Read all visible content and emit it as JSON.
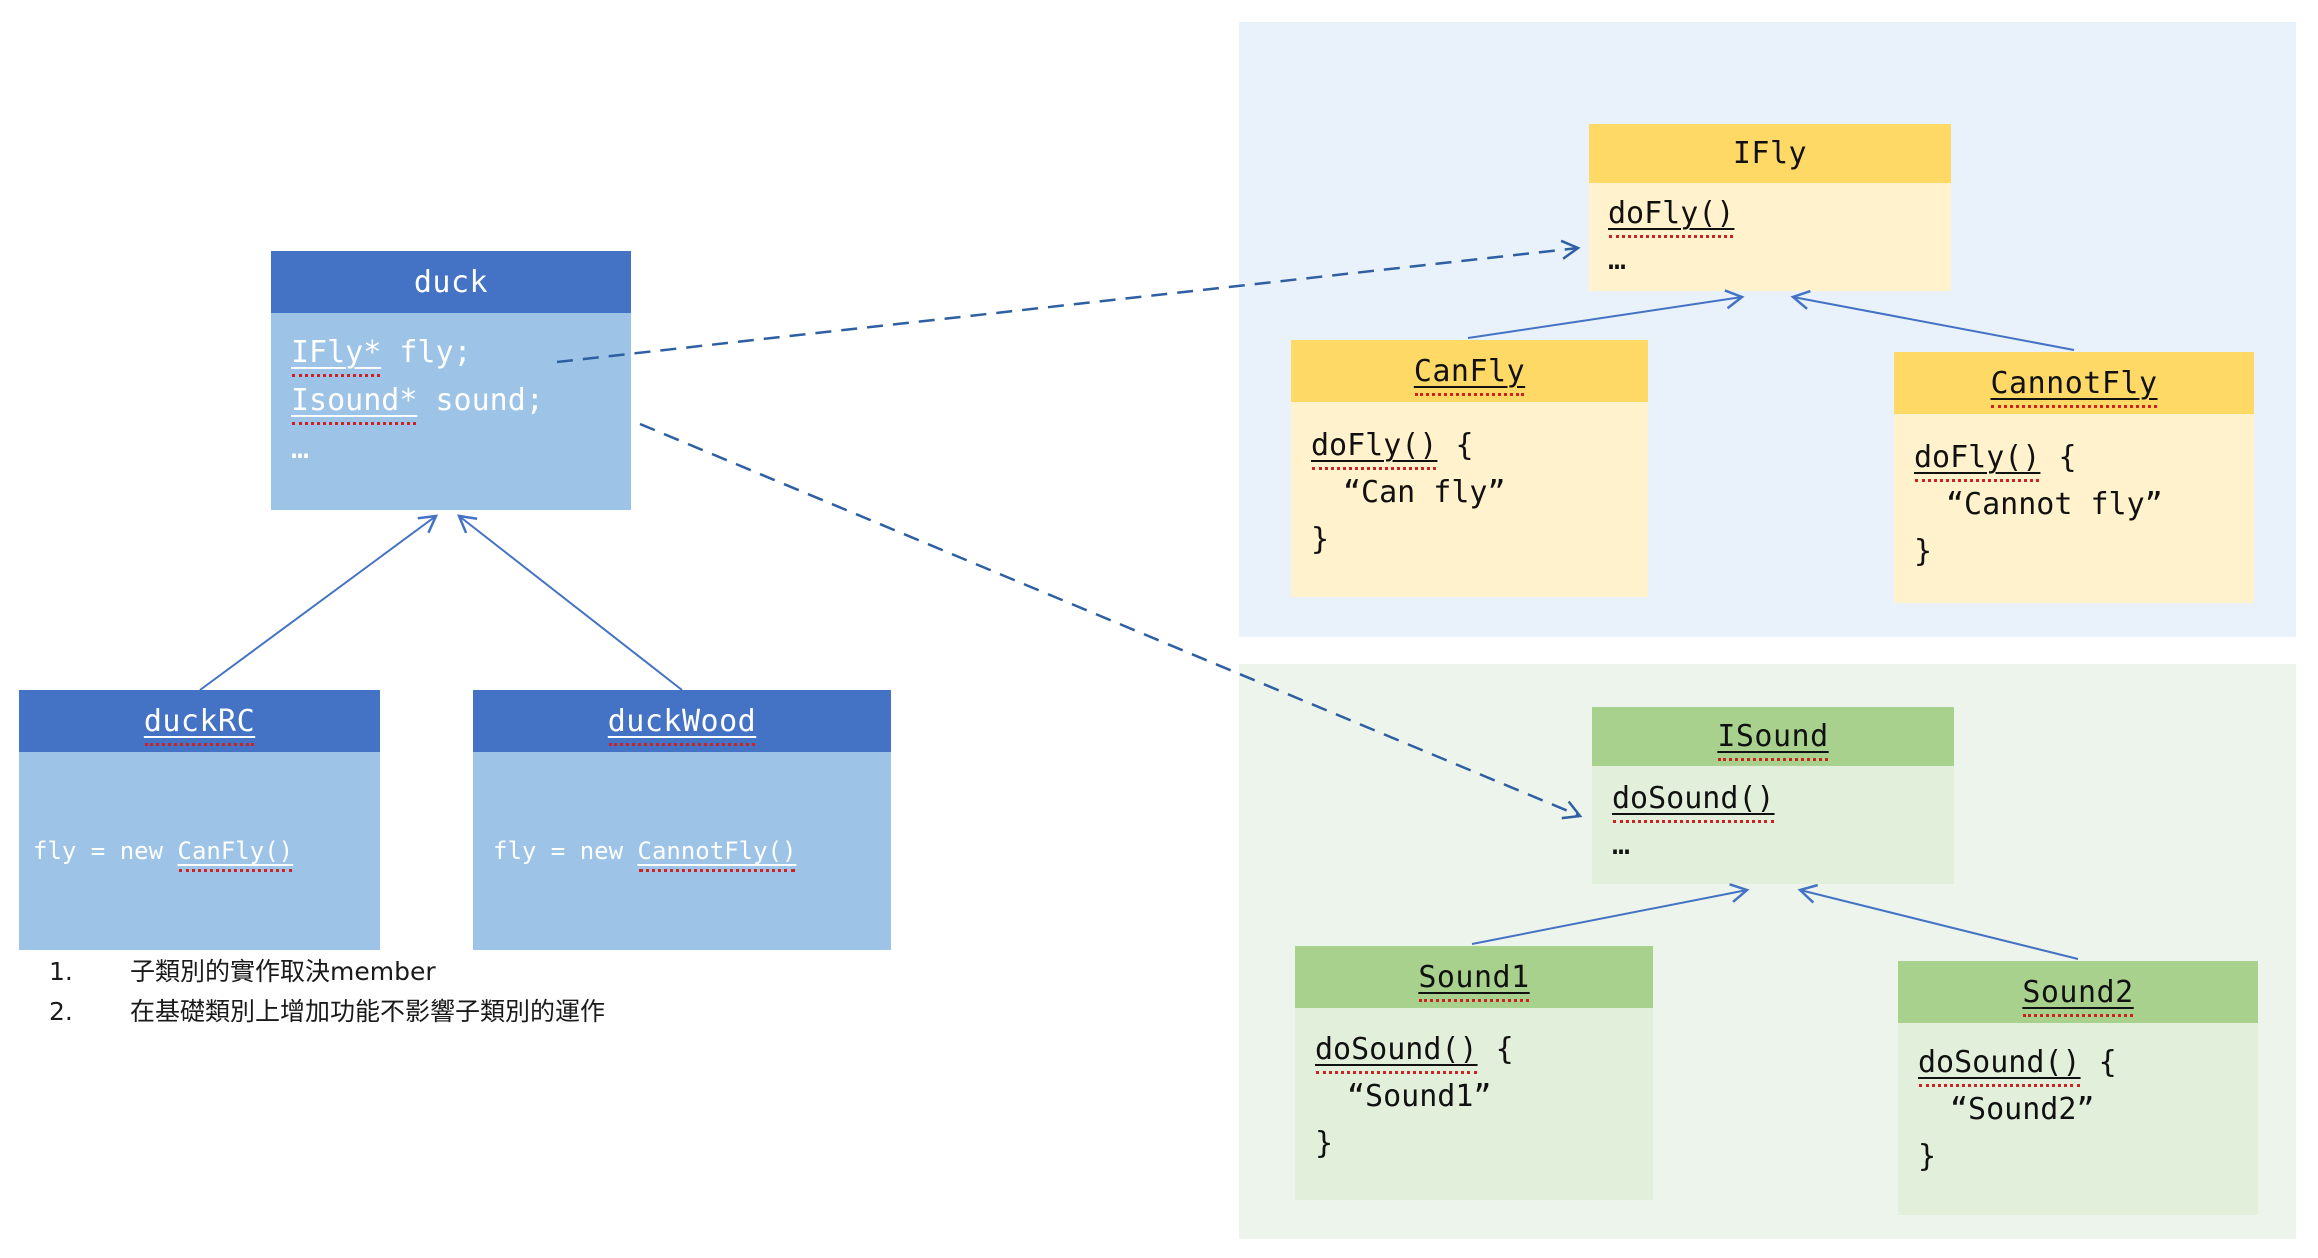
{
  "colors": {
    "class_header_blue": "#4472C4",
    "class_body_blue": "#9DC3E6",
    "class_header_yellow": "#FFD966",
    "class_body_yellow": "#FFF2CC",
    "class_header_green": "#A9D18E",
    "class_body_green": "#E2EFDA",
    "panel_fly_bg": "#E9F1FB",
    "panel_sound_bg": "#EDF4EC",
    "inheritance_arrow": "#4472C4",
    "dashed_arrow": "#2E5FA3",
    "squiggle": "#CC2222"
  },
  "duck": {
    "title": "duck",
    "field1_name": "IFly*",
    "field1_rest": " fly;",
    "field2_name": "Isound*",
    "field2_rest": " sound;",
    "ellipsis": "…"
  },
  "duckrc": {
    "title": "duckRC",
    "body_pre": "fly = new ",
    "body_class": "CanFly()"
  },
  "duckwood": {
    "title": "duckWood",
    "body_pre": "fly = new ",
    "body_class": "CannotFly()"
  },
  "ifly": {
    "title": "IFly",
    "method": "doFly()",
    "ellipsis": "…"
  },
  "canfly": {
    "title": "CanFly",
    "method": "doFly()",
    "brace_open": " {",
    "string_line": "“Can fly”",
    "brace_close": "}"
  },
  "cannotfly": {
    "title": "CannotFly",
    "method": "doFly()",
    "brace_open": " {",
    "string_line": "“Cannot fly”",
    "brace_close": "}"
  },
  "isound": {
    "title": "ISound",
    "method": "doSound()",
    "ellipsis": "…"
  },
  "sound1": {
    "title": "Sound1",
    "method": "doSound()",
    "brace_open": " {",
    "string_line": "“Sound1”",
    "brace_close": "}"
  },
  "sound2": {
    "title": "Sound2",
    "method": "doSound()",
    "brace_open": " {",
    "string_line": "“Sound2”",
    "brace_close": "}"
  },
  "notes": {
    "item1_num": "1.",
    "item1_text": "子類別的實作取決member",
    "item2_num": "2.",
    "item2_text": "在基礎類別上增加功能不影響子類別的運作"
  }
}
